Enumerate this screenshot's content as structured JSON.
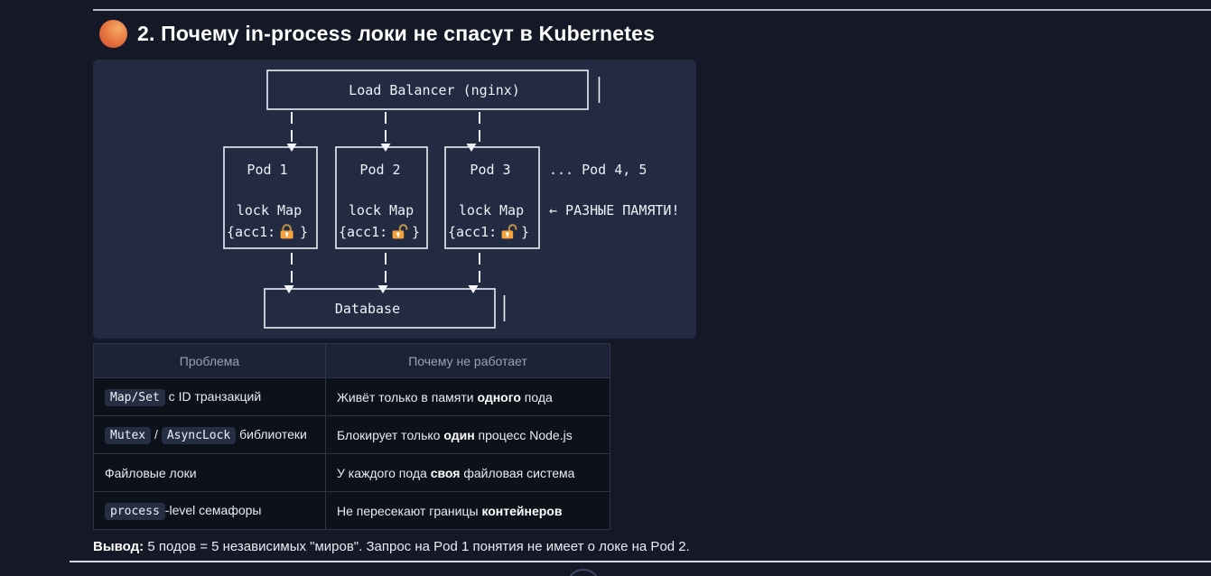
{
  "colors": {
    "page_bg": "#141827",
    "panel_bg": "#222b42",
    "accent_orange": "#f5a33c",
    "rule": "#c9cdd5",
    "table_row_bg": "#0d1119",
    "table_header_bg": "#1c2336"
  },
  "heading": {
    "icon": "orange-ball",
    "text": "2. Почему in-process локи не спасут в Kubernetes"
  },
  "diagram": {
    "load_balancer": "Load Balancer (nginx)",
    "pods": [
      {
        "title": "Pod 1",
        "map_label": "lock Map",
        "entry_prefix": "{acc1:",
        "entry_suffix": "}",
        "lock": "locked"
      },
      {
        "title": "Pod 2",
        "map_label": "lock Map",
        "entry_prefix": "{acc1:",
        "entry_suffix": "}",
        "lock": "unlocked"
      },
      {
        "title": "Pod 3",
        "map_label": "lock Map",
        "entry_prefix": "{acc1:",
        "entry_suffix": "}",
        "lock": "unlocked"
      }
    ],
    "more_pods_note": "... Pod 4, 5",
    "memory_note": "← РАЗНЫЕ ПАМЯТИ!",
    "database": "Database"
  },
  "table": {
    "headers": [
      "Проблема",
      "Почему не работает"
    ],
    "rows": [
      {
        "problem": [
          {
            "t": "Map/Set",
            "s": "code"
          },
          {
            "t": " с ID транзакций",
            "s": "plain"
          }
        ],
        "reason": [
          {
            "t": "Живёт только в памяти ",
            "s": "plain"
          },
          {
            "t": "одного",
            "s": "bold"
          },
          {
            "t": " пода",
            "s": "plain"
          }
        ]
      },
      {
        "problem": [
          {
            "t": "Mutex",
            "s": "code"
          },
          {
            "t": " / ",
            "s": "plain"
          },
          {
            "t": "AsyncLock",
            "s": "code"
          },
          {
            "t": " библиотеки",
            "s": "plain"
          }
        ],
        "reason": [
          {
            "t": "Блокирует только ",
            "s": "plain"
          },
          {
            "t": "один",
            "s": "bold"
          },
          {
            "t": " процесс Node.js",
            "s": "plain"
          }
        ]
      },
      {
        "problem": [
          {
            "t": "Файловые локи",
            "s": "plain"
          }
        ],
        "reason": [
          {
            "t": "У каждого пода ",
            "s": "plain"
          },
          {
            "t": "своя",
            "s": "bold"
          },
          {
            "t": " файловая система",
            "s": "plain"
          }
        ]
      },
      {
        "problem": [
          {
            "t": "process",
            "s": "code"
          },
          {
            "t": "-level семафоры",
            "s": "plain"
          }
        ],
        "reason": [
          {
            "t": "Не пересекают границы ",
            "s": "plain"
          },
          {
            "t": "контейнеров",
            "s": "bold"
          }
        ]
      }
    ]
  },
  "conclusion": [
    {
      "t": "Вывод:",
      "s": "bold"
    },
    {
      "t": " 5 подов = 5 независимых \"миров\". Запрос на Pod 1 понятия не имеет о локе на Pod 2.",
      "s": "plain"
    }
  ]
}
